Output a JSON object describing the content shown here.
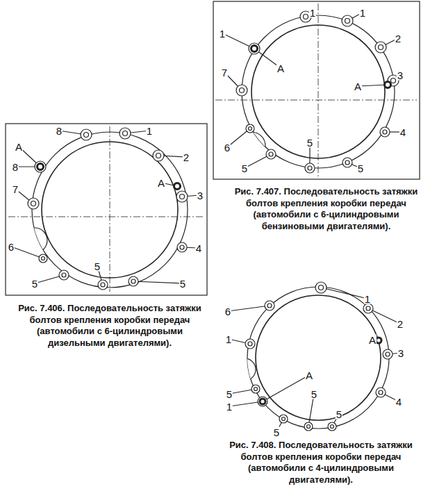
{
  "diagram": {
    "labels": [
      "1",
      "1",
      "1",
      "2",
      "A",
      "7",
      "3",
      "A",
      "6",
      "4",
      "5",
      "5",
      "5",
      "Рис. 7.407. Последовательность затяжки болтов крепления коробки передач (автомобили с 6-цилиндровыми бензиновыми двигателями).",
      "8",
      "1",
      "A",
      "2",
      "8",
      "A",
      "7",
      "3",
      "6",
      "4",
      "5",
      "5",
      "5",
      "Рис. 7.406. Последовательность затяжки болтов крепления коробки передач (автомобили с 6-цилиндровыми дизельными двигателями).",
      "1",
      "6",
      "2",
      "1",
      "A",
      "3",
      "A",
      "5",
      "5",
      "4",
      "1",
      "5",
      "5",
      "Рис. 7.408. Последовательность затяжки болтов крепления коробки передач (автомобили с 4-цилиндровыми двигателями)."
    ]
  }
}
